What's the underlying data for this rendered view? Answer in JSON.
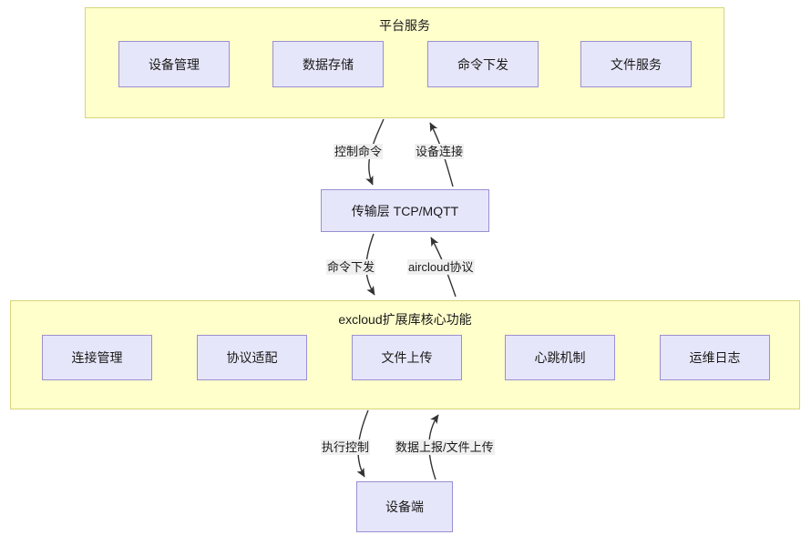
{
  "diagram": {
    "groups": [
      {
        "id": "platform",
        "title": "平台服务",
        "nodes": [
          {
            "label": "设备管理"
          },
          {
            "label": "数据存储"
          },
          {
            "label": "命令下发"
          },
          {
            "label": "文件服务"
          }
        ]
      },
      {
        "id": "excloud",
        "title": "excloud扩展库核心功能",
        "nodes": [
          {
            "label": "连接管理"
          },
          {
            "label": "协议适配"
          },
          {
            "label": "文件上传"
          },
          {
            "label": "心跳机制"
          },
          {
            "label": "运维日志"
          }
        ]
      }
    ],
    "standalone_nodes": [
      {
        "id": "transport",
        "label": "传输层 TCP/MQTT"
      },
      {
        "id": "device",
        "label": "设备端"
      }
    ],
    "edge_labels": [
      {
        "id": "control-command",
        "text": "控制命令"
      },
      {
        "id": "device-connect",
        "text": "设备连接"
      },
      {
        "id": "command-issue",
        "text": "命令下发"
      },
      {
        "id": "aircloud-protocol",
        "text": "aircloud协议"
      },
      {
        "id": "exec-control",
        "text": "执行控制"
      },
      {
        "id": "data-report-file-upload",
        "text": "数据上报/文件上传"
      }
    ],
    "colors": {
      "group_fill": "#ffffcc",
      "group_stroke": "#d6d67a",
      "node_fill": "#e6e6fa",
      "node_stroke": "#9a8fd0",
      "edge_stroke": "#333333",
      "label_fill": "#f0f0f0",
      "text": "#1a1a1a"
    }
  }
}
